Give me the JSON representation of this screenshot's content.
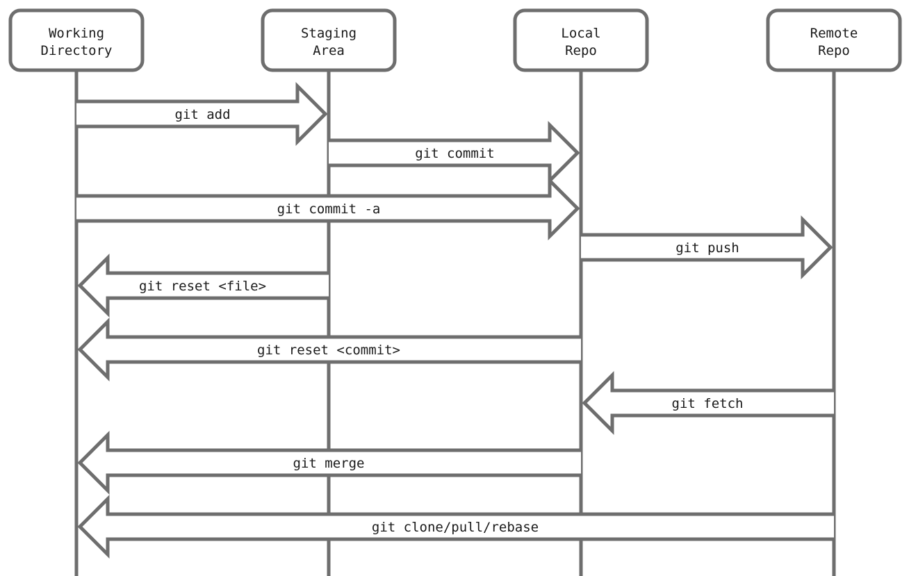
{
  "participants": [
    {
      "id": "wd",
      "lines": [
        "Working",
        "Directory"
      ]
    },
    {
      "id": "sa",
      "lines": [
        "Staging",
        "Area"
      ]
    },
    {
      "id": "lr",
      "lines": [
        "Local",
        "Repo"
      ]
    },
    {
      "id": "rr",
      "lines": [
        "Remote",
        "Repo"
      ]
    }
  ],
  "messages": [
    {
      "label": "git add",
      "from": "wd",
      "to": "sa"
    },
    {
      "label": "git commit",
      "from": "sa",
      "to": "lr"
    },
    {
      "label": "git commit -a",
      "from": "wd",
      "to": "lr"
    },
    {
      "label": "git push",
      "from": "lr",
      "to": "rr"
    },
    {
      "label": "git reset <file>",
      "from": "sa",
      "to": "wd"
    },
    {
      "label": "git reset <commit>",
      "from": "lr",
      "to": "wd"
    },
    {
      "label": "git fetch",
      "from": "rr",
      "to": "lr"
    },
    {
      "label": "git merge",
      "from": "lr",
      "to": "wd"
    },
    {
      "label": "git clone/pull/rebase",
      "from": "rr",
      "to": "wd"
    }
  ],
  "colors": {
    "stroke": "#6e6e6e",
    "fill": "#ffffff",
    "text": "#1a1a1a"
  }
}
